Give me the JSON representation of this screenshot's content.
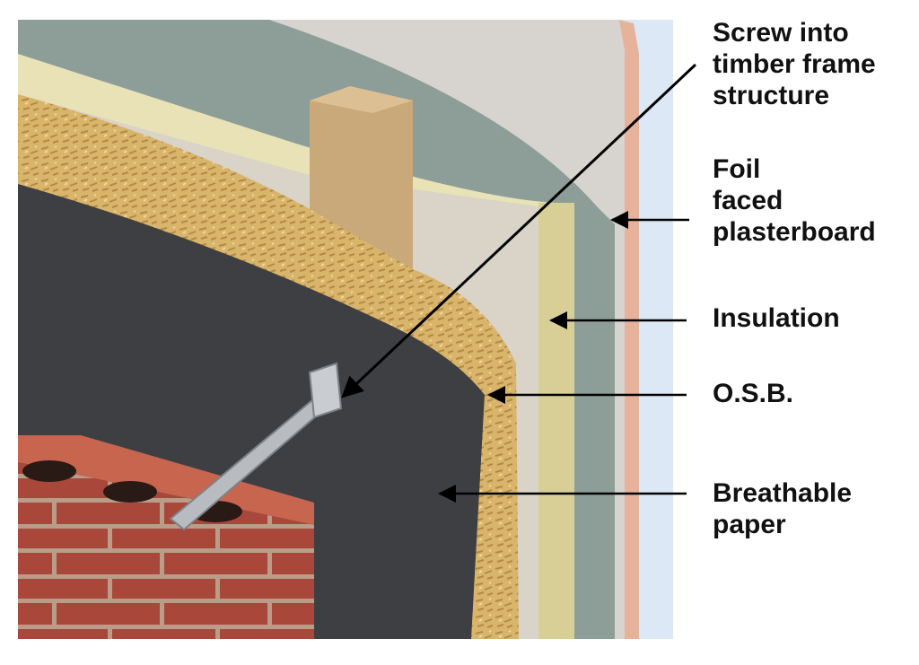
{
  "labels": {
    "screw": [
      "Screw into",
      "timber frame",
      "structure"
    ],
    "plasterboard": [
      "Foil",
      "faced",
      "plasterboard"
    ],
    "insulation": [
      "Insulation"
    ],
    "osb": [
      "O.S.B."
    ],
    "paper": [
      "Breathable",
      "paper"
    ]
  },
  "colors": {
    "background": "#ffffff",
    "sky": "#dce8f5",
    "plaster_face": "#d7d4cf",
    "plaster_edge": "#e6b39a",
    "foil_layer": "#8d9e98",
    "insulation": "#e9e2b6",
    "insulation_edge": "#d8cf96",
    "cavity": "#d9d3c8",
    "timber": "#c9a97a",
    "osb": "#d9b56c",
    "breathable_paper": "#3e3f42",
    "brick": "#a9473a",
    "brick_top": "#c8654f",
    "mortar": "#b89d88",
    "tie": "#b8bcc0",
    "leader_line": "#000000"
  }
}
